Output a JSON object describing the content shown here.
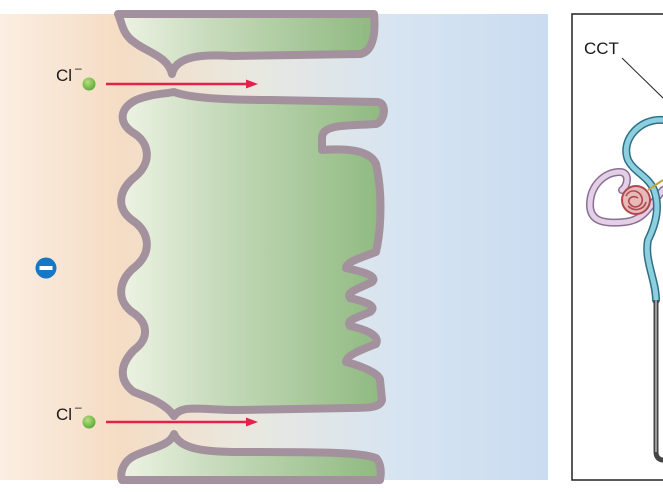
{
  "diagram": {
    "ions": {
      "top": {
        "symbol": "Cl",
        "charge": "–"
      },
      "bottom": {
        "symbol": "Cl",
        "charge": "–"
      }
    },
    "lumen_charge_sign": "–",
    "inset": {
      "label": "CCT"
    }
  },
  "colors": {
    "lumen_tan": "#f6dcc3",
    "interstitium_blue": "#cddff2",
    "cell_green": "#93bd86",
    "membrane": "#a4919e",
    "arrow_red": "#e5204b",
    "ion_green": "#7dc14a",
    "charge_blue": "#1677c6",
    "tubule_teal": "#5fb4c8",
    "tubule_pink": "#cdb3d6"
  }
}
